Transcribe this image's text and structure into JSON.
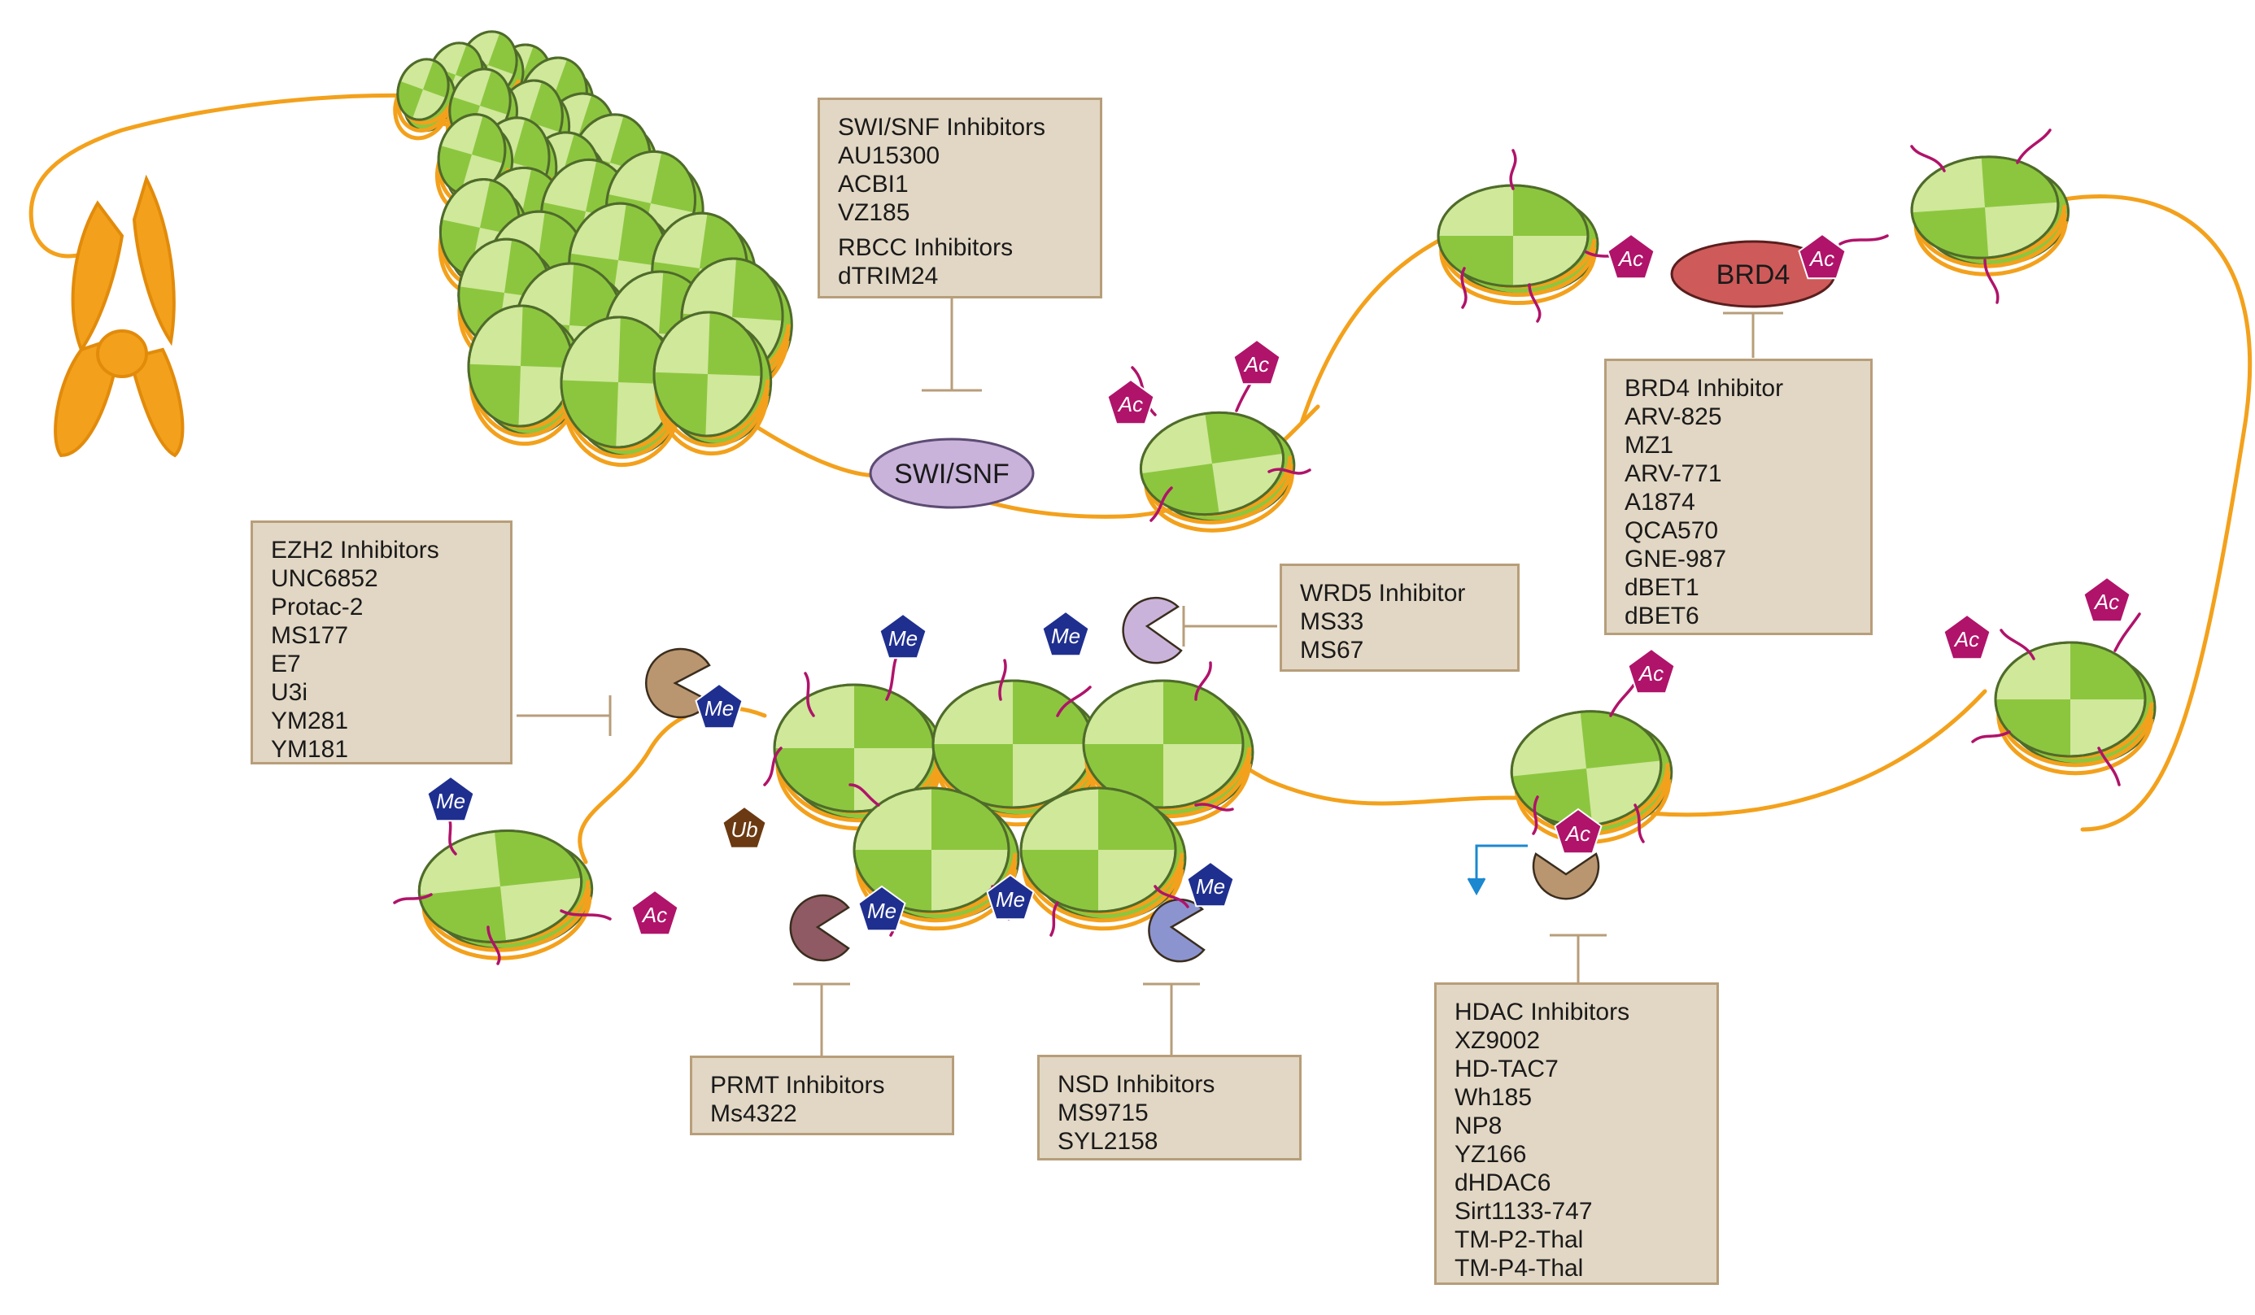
{
  "colors": {
    "dna": "#f3a11c",
    "nucleosome_light": "#cfe89a",
    "nucleosome_dark": "#8cc63f",
    "nucleosome_edge": "#4f6b2a",
    "acetyl": "#b0136a",
    "methyl": "#1f2f8f",
    "ubiquitin": "#6b3a12",
    "swisnf": "#c9b3da",
    "brd4": "#cf5a5a",
    "box_fill": "#e2d7c4",
    "box_border": "#b79e7a",
    "arrow_blue": "#1b88d0"
  },
  "marks": {
    "acetyl": "Ac",
    "methyl": "Me",
    "ubiquitin": "Ub"
  },
  "proteins": {
    "swisnf": "SWI/SNF",
    "brd4": "BRD4"
  },
  "boxes": {
    "swisnf": {
      "title": "SWI/SNF Inhibitors",
      "items": [
        "AU15300",
        "ACBI1",
        "VZ185"
      ],
      "title2": "RBCC Inhibitors",
      "items2": [
        "dTRIM24"
      ]
    },
    "brd4": {
      "title": "BRD4 Inhibitor",
      "items": [
        "ARV-825",
        "MZ1",
        "ARV-771",
        "A1874",
        "QCA570",
        "GNE-987",
        "dBET1",
        "dBET6"
      ]
    },
    "ezh2": {
      "title": "EZH2 Inhibitors",
      "items": [
        "UNC6852",
        "Protac-2",
        "MS177",
        "E7",
        "U3i",
        "YM281",
        "YM181"
      ]
    },
    "wrd5": {
      "title": "WRD5 Inhibitor",
      "items": [
        "MS33",
        "MS67"
      ]
    },
    "prmt": {
      "title": "PRMT Inhibitors",
      "items": [
        "Ms4322"
      ]
    },
    "nsd": {
      "title": "NSD Inhibitors",
      "items": [
        "MS9715",
        "SYL2158"
      ]
    },
    "hdac": {
      "title": "HDAC Inhibitors",
      "items": [
        "XZ9002",
        "HD-TAC7",
        "Wh185",
        "NP8",
        "YZ166",
        "dHDAC6",
        "Sirt1133-747",
        "TM-P2-Thal",
        "TM-P4-Thal"
      ]
    }
  }
}
